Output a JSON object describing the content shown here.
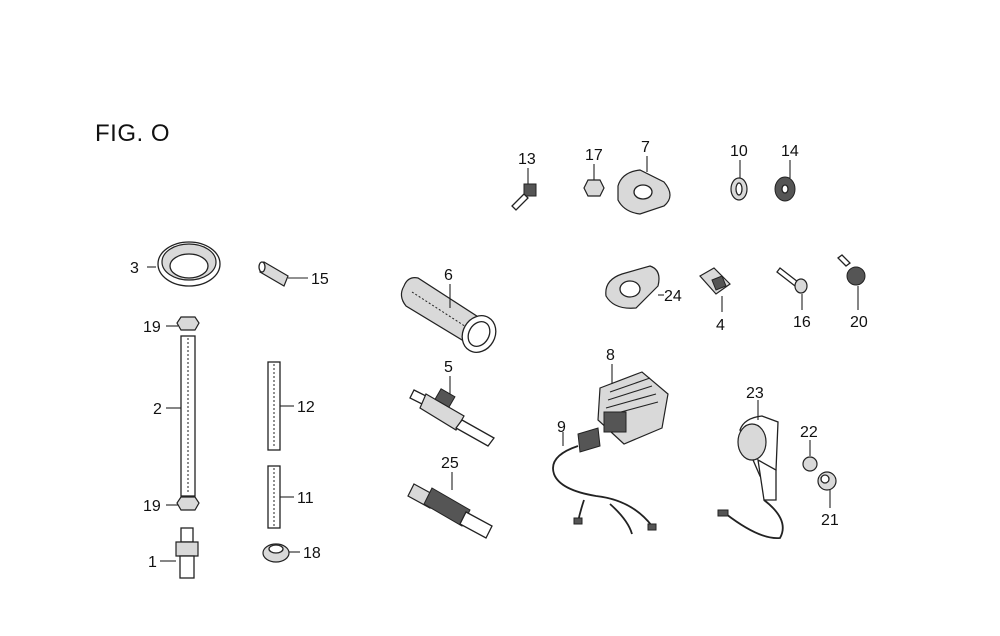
{
  "figure": {
    "title": "FIG. O"
  },
  "callouts": {
    "c1": "1",
    "c2": "2",
    "c3": "3",
    "c4": "4",
    "c5": "5",
    "c6": "6",
    "c7": "7",
    "c8": "8",
    "c9": "9",
    "c10": "10",
    "c11": "11",
    "c12": "12",
    "c13": "13",
    "c14": "14",
    "c15": "15",
    "c16": "16",
    "c17": "17",
    "c18": "18",
    "c19a": "19",
    "c19b": "19",
    "c20": "20",
    "c21": "21",
    "c22": "22",
    "c23": "23",
    "c24": "24",
    "c25": "25"
  }
}
